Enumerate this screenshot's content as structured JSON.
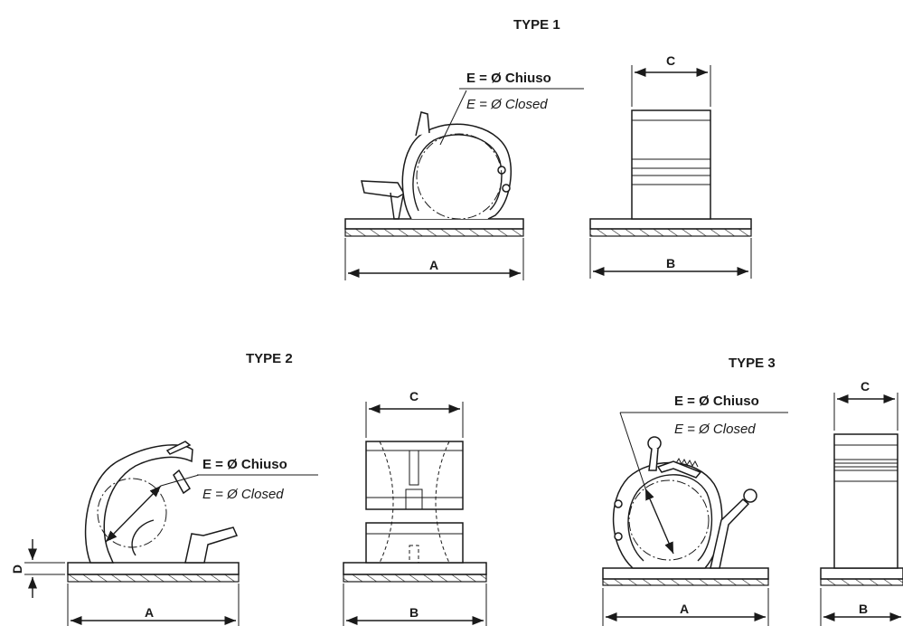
{
  "type1": {
    "title": "TYPE 1",
    "label_e_it": "E = Ø Chiuso",
    "label_e_en": "E = Ø Closed",
    "dim_a": "A",
    "dim_b": "B",
    "dim_c": "C"
  },
  "type2": {
    "title": "TYPE 2",
    "label_e_it": "E = Ø Chiuso",
    "label_e_en": "E = Ø Closed",
    "dim_a": "A",
    "dim_b": "B",
    "dim_c": "C",
    "dim_d": "D"
  },
  "type3": {
    "title": "TYPE 3",
    "label_e_it": "E = Ø Chiuso",
    "label_e_en": "E = Ø Closed",
    "dim_a": "A",
    "dim_b": "B",
    "dim_c": "C"
  }
}
